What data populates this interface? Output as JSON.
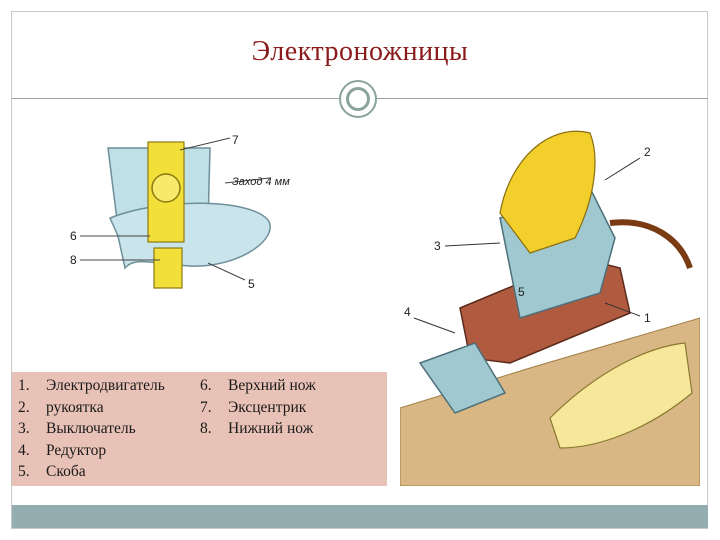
{
  "title": "Электроножницы",
  "left_figure": {
    "callouts": [
      "7",
      "6",
      "8",
      "5"
    ],
    "note": "Заход 4 мм"
  },
  "right_figure": {
    "callouts": [
      "2",
      "3",
      "5",
      "1",
      "4"
    ]
  },
  "legend": {
    "items": [
      {
        "num": "1.",
        "text": "Электродвигатель"
      },
      {
        "num": "2.",
        "text": "рукоятка"
      },
      {
        "num": "3.",
        "text": "Выключатель"
      },
      {
        "num": "4.",
        "text": "Редуктор"
      },
      {
        "num": "5.",
        "text": "Скоба"
      },
      {
        "num": "6.",
        "text": "Верхний нож"
      },
      {
        "num": "7.",
        "text": "Эксцентрик"
      },
      {
        "num": "8.",
        "text": "Нижний нож"
      }
    ]
  },
  "colors": {
    "title": "#8b1a1a",
    "legend_bg": "#e8c2b7",
    "bottom_bar": "#93adb0",
    "ornament": "#8aa39c"
  }
}
